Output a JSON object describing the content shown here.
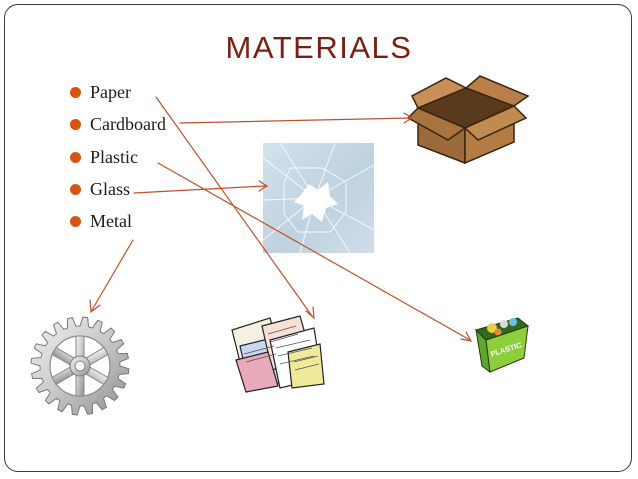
{
  "title": "MATERIALS",
  "bullets": [
    "Paper",
    "Cardboard",
    "Plastic",
    "Glass",
    "Metal"
  ],
  "images": [
    {
      "name": "cardboard-box",
      "label": ""
    },
    {
      "name": "broken-glass",
      "label": ""
    },
    {
      "name": "metal-gear",
      "label": ""
    },
    {
      "name": "paper-pile",
      "label": ""
    },
    {
      "name": "plastic-recycling-bin",
      "label": "PLASTIC"
    }
  ],
  "arrows": [
    {
      "from": "Paper",
      "to": "paper-pile"
    },
    {
      "from": "Cardboard",
      "to": "cardboard-box"
    },
    {
      "from": "Plastic",
      "to": "plastic-recycling-bin"
    },
    {
      "from": "Glass",
      "to": "broken-glass"
    },
    {
      "from": "Metal",
      "to": "metal-gear"
    }
  ],
  "colors": {
    "title": "#7a1f12",
    "bullet": "#d5540f",
    "arrow": "#c0502a",
    "frame": "#3a3a3a"
  }
}
